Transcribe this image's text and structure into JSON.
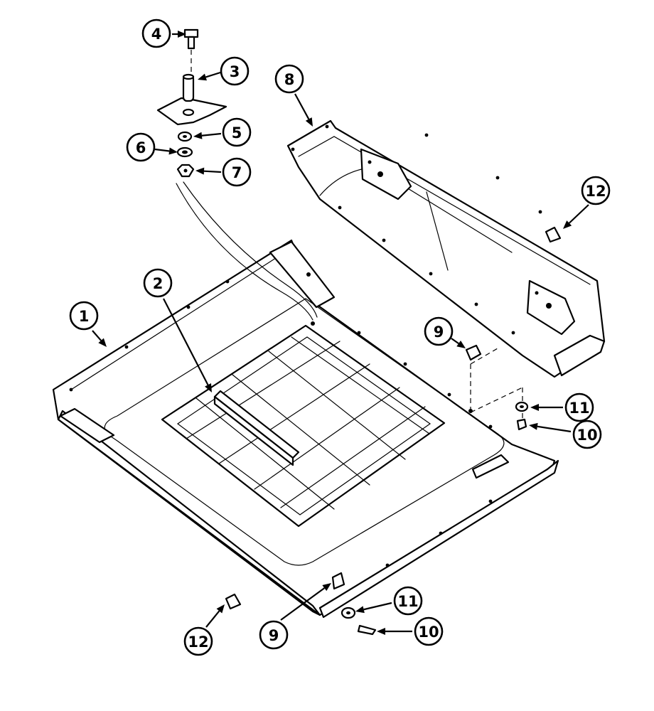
{
  "diagram": {
    "type": "exploded parts view",
    "callouts": [
      {
        "label": "1"
      },
      {
        "label": "2"
      },
      {
        "label": "3"
      },
      {
        "label": "4"
      },
      {
        "label": "5"
      },
      {
        "label": "6"
      },
      {
        "label": "7"
      },
      {
        "label": "8"
      },
      {
        "label": "9"
      },
      {
        "label": "10"
      },
      {
        "label": "11"
      },
      {
        "label": "12"
      },
      {
        "label": "9"
      },
      {
        "label": "10"
      },
      {
        "label": "11"
      },
      {
        "label": "12"
      }
    ]
  }
}
